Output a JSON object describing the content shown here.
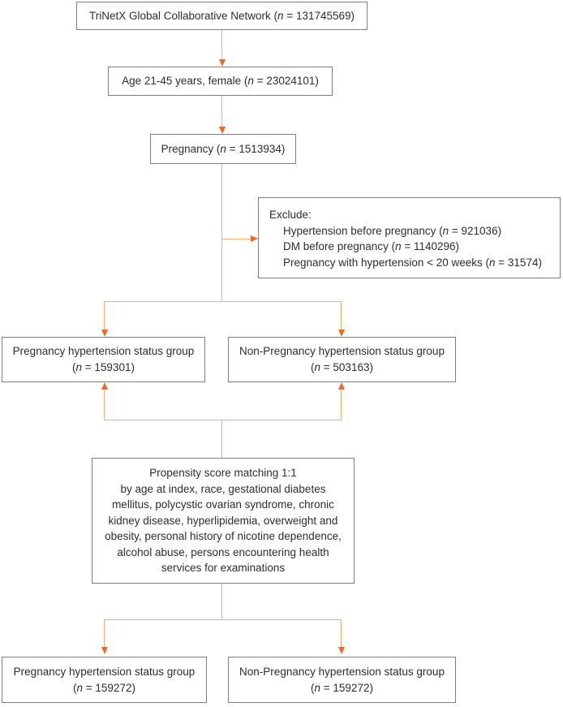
{
  "figure": {
    "type": "flowchart",
    "colors": {
      "arrow_line": "#f9ab76",
      "arrow_head": "#f2671f",
      "box_border": "#7f7f7f",
      "text": "#2d2d2d",
      "background": "#ffffff"
    }
  },
  "boxes": {
    "top": {
      "pre": "TriNetX Global Collaborative Network (",
      "n": "n",
      "post": " = 131745569)"
    },
    "age": {
      "pre": "Age 21-45 years, female (",
      "n": "n",
      "post": " = 23024101)"
    },
    "pregnancy": {
      "pre": "Pregnancy (",
      "n": "n",
      "post": " = 1513934)"
    },
    "exclude": {
      "title": "Exclude:",
      "items": [
        {
          "pre": "Hypertension before pregnancy (",
          "n": "n",
          "post": " = 921036)"
        },
        {
          "pre": "DM before pregnancy (",
          "n": "n",
          "post": " = 1140296)"
        },
        {
          "pre": "Pregnancy with hypertension < 20 weeks (",
          "n": "n",
          "post": " = 31574)"
        }
      ]
    },
    "mid_left": {
      "line1": "Pregnancy hypertension status group",
      "pre": "(",
      "n": "n",
      "post": " = 159301)"
    },
    "mid_right": {
      "line1": "Non-Pregnancy hypertension status group",
      "pre": "(",
      "n": "n",
      "post": " = 503163)"
    },
    "propensity": {
      "lines": [
        "Propensity score matching 1:1",
        "by age at index, race, gestational diabetes",
        "mellitus, polycystic ovarian syndrome, chronic",
        "kidney disease, hyperlipidemia, overweight and",
        "obesity, personal history of nicotine dependence,",
        "alcohol abuse, persons encountering health",
        "services for examinations"
      ]
    },
    "bottom_left": {
      "line1": "Pregnancy hypertension status group",
      "pre": "(",
      "n": "n",
      "post": " = 159272)"
    },
    "bottom_right": {
      "line1": "Non-Pregnancy hypertension status group",
      "pre": "(",
      "n": "n",
      "post": " = 159272)"
    }
  }
}
